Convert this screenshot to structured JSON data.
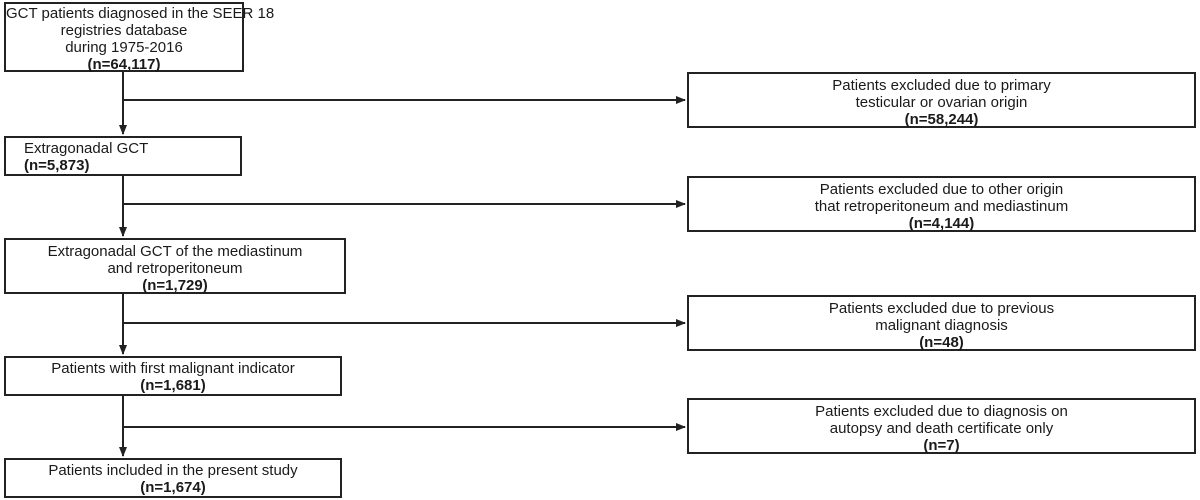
{
  "flowchart": {
    "main_steps": [
      {
        "lines": [
          "GCT patients diagnosed in the SEER 18",
          "registries database",
          "during 1975-2016"
        ],
        "count": "(n=64,117)"
      },
      {
        "lines": [
          "Extragonadal GCT"
        ],
        "count": "(n=5,873)"
      },
      {
        "lines": [
          "Extragonadal GCT of the mediastinum",
          "and retroperitoneum"
        ],
        "count": "(n=1,729)"
      },
      {
        "lines": [
          "Patients with first malignant indicator"
        ],
        "count": "(n=1,681)"
      },
      {
        "lines": [
          "Patients included in the present study"
        ],
        "count": "(n=1,674)"
      }
    ],
    "exclusions": [
      {
        "lines": [
          "Patients excluded due to primary",
          "testicular or ovarian origin"
        ],
        "count": "(n=58,244)"
      },
      {
        "lines": [
          "Patients excluded due to other origin",
          "that retroperitoneum and mediastinum"
        ],
        "count": "(n=4,144)"
      },
      {
        "lines": [
          "Patients excluded due to previous",
          "malignant diagnosis"
        ],
        "count": "(n=48)"
      },
      {
        "lines": [
          "Patients excluded due to diagnosis on",
          "autopsy and death certificate only"
        ],
        "count": "(n=7)"
      }
    ]
  }
}
